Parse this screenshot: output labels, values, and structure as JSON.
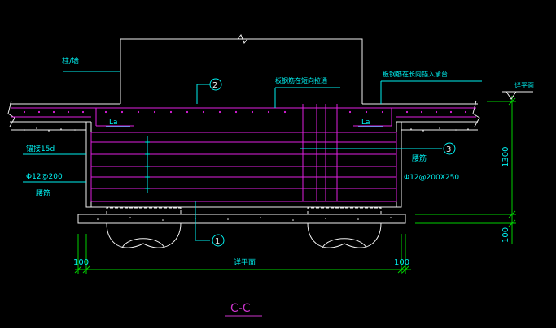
{
  "labels": {
    "col_wall": "柱/墙",
    "slab_rebar_through": "板钢筋在短向拉通",
    "slab_rebar_anchor": "板钢筋在长向锚入承台",
    "embed": "锚接15d",
    "left_rebar": "Φ12@200",
    "waist_left": "腰筋",
    "waist_right": "腰筋",
    "right_rebar": "Φ12@200X250",
    "la_left": "La",
    "la_right": "La",
    "elev_top": "详平面",
    "elev_bottom": "详平面",
    "dim_100_left": "100",
    "dim_100_right": "100",
    "dim_1300": "1300",
    "dim_100_vert": "100",
    "marker_1": "1",
    "marker_2": "2",
    "marker_3": "3",
    "section_title": "C-C"
  },
  "colors": {
    "background": "#000000",
    "outline": "#f0f0f0",
    "rebar": "#e020e0",
    "annotation": "#00f0f0",
    "dimension": "#00d000"
  }
}
